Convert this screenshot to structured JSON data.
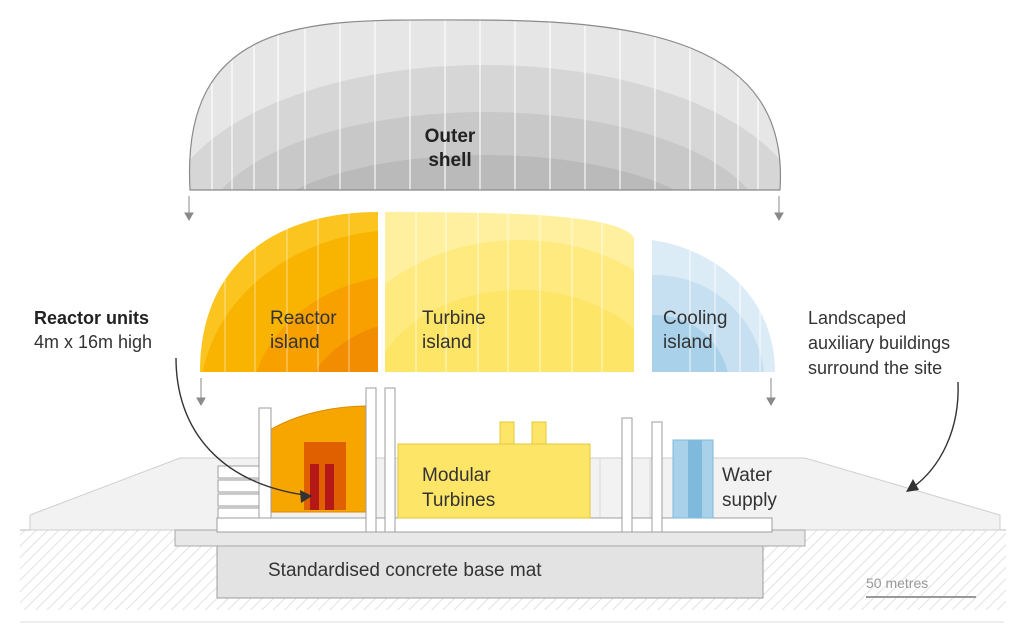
{
  "labels": {
    "outer_shell": [
      "Outer",
      "shell"
    ],
    "reactor_island": [
      "Reactor",
      "island"
    ],
    "turbine_island": [
      "Turbine",
      "island"
    ],
    "cooling_island": [
      "Cooling",
      "island"
    ],
    "reactor_units_title": "Reactor units",
    "reactor_units_desc": "4m x 16m high",
    "landscaped": [
      "Landscaped",
      "auxiliary buildings",
      "surround the site"
    ],
    "modular_turbines": [
      "Modular",
      "Turbines"
    ],
    "water_supply": [
      "Water",
      "supply"
    ],
    "base_mat": "Standardised concrete base mat",
    "scale": "50 metres"
  },
  "colors": {
    "shell": "#c8c8c8",
    "reactor": "#f7a600",
    "reactor_core": "#e05a00",
    "turbine": "#fde568",
    "cooling": "#a9d1ea",
    "water": "#7fb9dc",
    "base": "#e3e3e3"
  }
}
